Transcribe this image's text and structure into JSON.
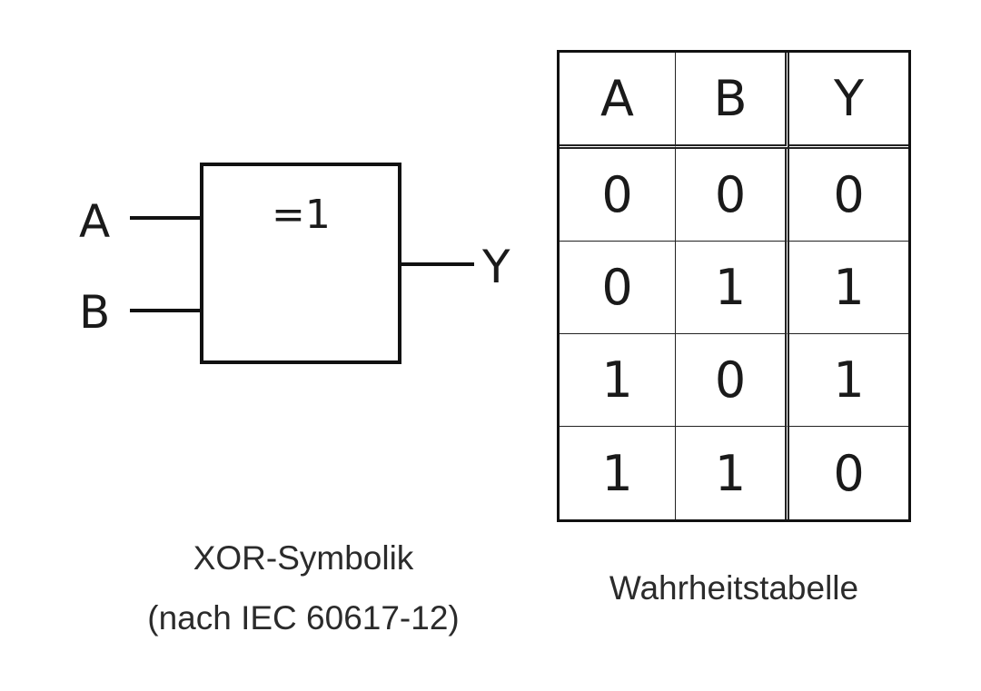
{
  "gate": {
    "input_a": "A",
    "input_b": "B",
    "output_y": "Y",
    "function": "=1"
  },
  "truth_table": {
    "headers": [
      "A",
      "B",
      "Y"
    ],
    "rows": [
      [
        "0",
        "0",
        "0"
      ],
      [
        "0",
        "1",
        "1"
      ],
      [
        "1",
        "0",
        "1"
      ],
      [
        "1",
        "1",
        "0"
      ]
    ]
  },
  "captions": {
    "symbol_line1": "XOR-Symbolik",
    "symbol_line2": "(nach IEC 60617-12)",
    "table": "Wahrheitstabelle"
  }
}
